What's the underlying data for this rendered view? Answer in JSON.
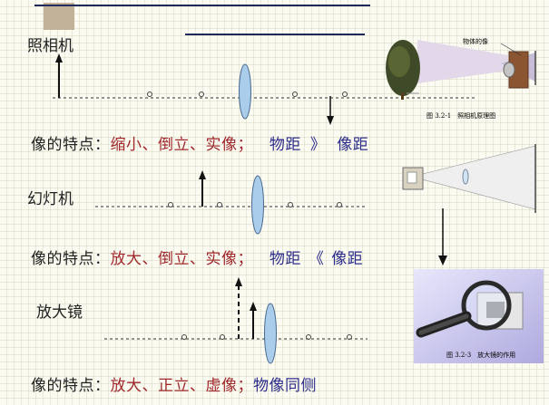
{
  "sections": [
    {
      "title": "照相机",
      "feature_label": "像的特点：",
      "traits": [
        "缩小",
        "倒立",
        "实像"
      ],
      "relation_a": "物距",
      "relation_op": "》",
      "relation_b": "像距"
    },
    {
      "title": "幻灯机",
      "feature_label": "像的特点：",
      "traits": [
        "放大",
        "倒立",
        "实像"
      ],
      "relation_a": "物距",
      "relation_op": "《",
      "relation_b": "像距"
    },
    {
      "title": "放大镜",
      "feature_label": "像的特点：",
      "traits": [
        "放大",
        "正立",
        "虚像"
      ],
      "relation": "物像同侧"
    }
  ],
  "photos": {
    "camera_label": "物体的像",
    "camera_caption": "图 3.2-1　照相机原理图",
    "magnifier_caption": "图 3.2-3　放大镜的作用"
  },
  "colors": {
    "trait_red": "#a0282c",
    "relation_blue": "#2c2c8a",
    "lens": "#a9cdea",
    "accent_square": "#c2b29a",
    "top_rule": "#1f2a5a"
  }
}
